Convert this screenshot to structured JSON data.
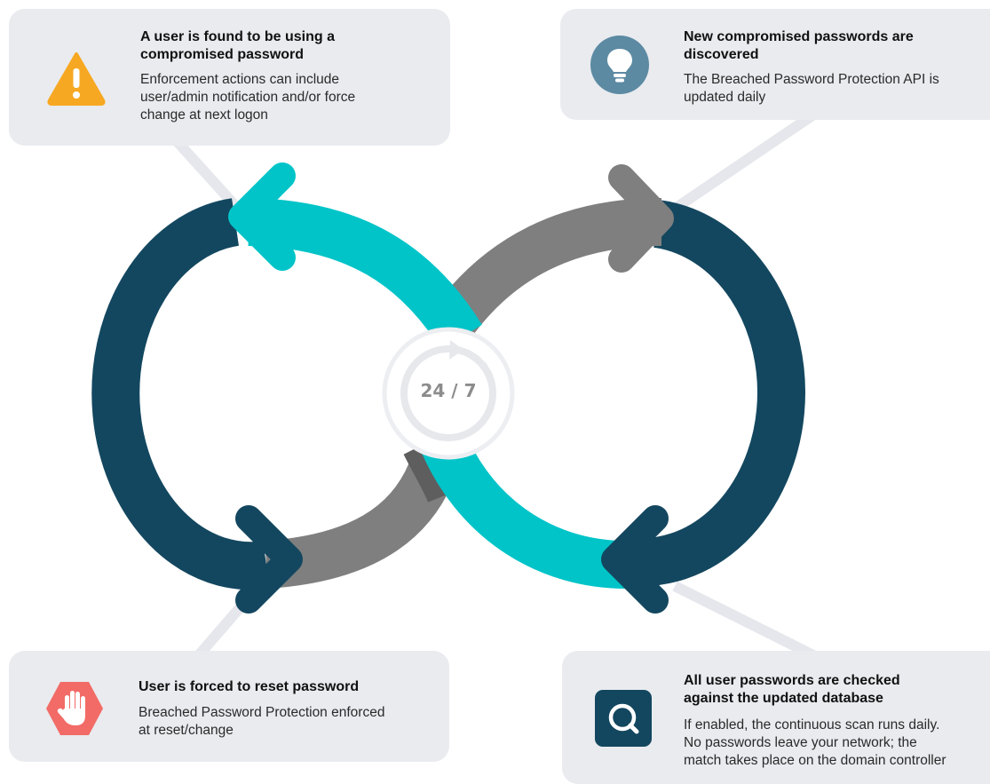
{
  "cards": {
    "top_left": {
      "icon": "warning-icon",
      "title": "A user is found to be using a\ncompromised password",
      "description": "Enforcement actions can include\nuser/admin notification and/or force\nchange at next logon"
    },
    "top_right": {
      "icon": "lightbulb-icon",
      "title": "New compromised passwords are\ndiscovered",
      "description": "The Breached Password Protection API is\nupdated daily"
    },
    "bottom_left": {
      "icon": "stop-hand-icon",
      "title": "User is forced to reset password",
      "description": "Breached Password Protection enforced\nat reset/change"
    },
    "bottom_right": {
      "icon": "search-icon",
      "title": "All user passwords are checked\nagainst the updated database",
      "description": "If enabled, the continuous scan runs daily.\nNo passwords leave your network; the\nmatch takes place on the domain controller"
    }
  },
  "center": {
    "label": "24 / 7",
    "icon": "refresh-cycle-icon"
  },
  "colors": {
    "navy": "#13475f",
    "teal": "#00c4c8",
    "gray": "#7f7f7f",
    "card_bg": "#e9ebef",
    "warning": "#f7a822",
    "stop": "#f26b66",
    "bulb": "#5c8aa3"
  }
}
